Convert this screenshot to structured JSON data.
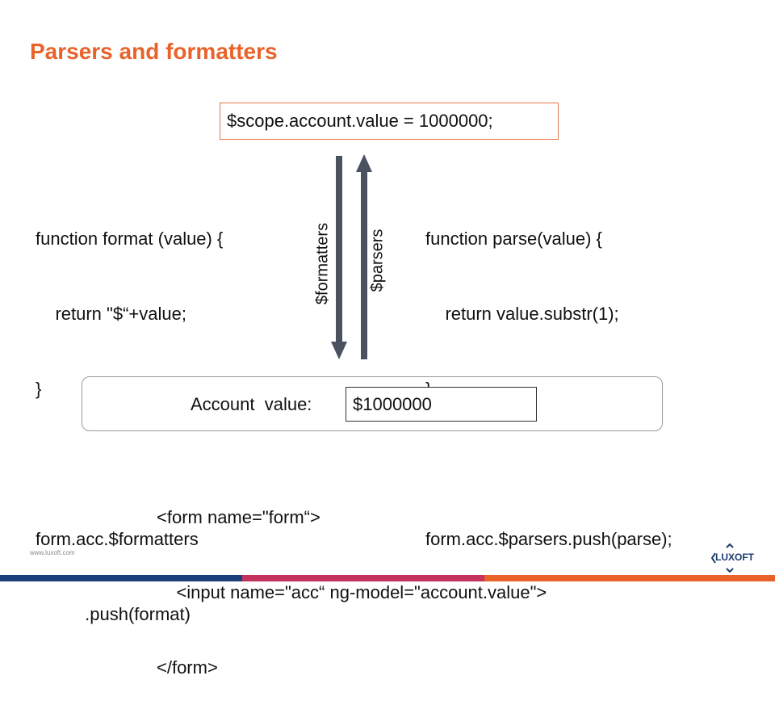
{
  "slide": {
    "title": "Parsers and formatters"
  },
  "scope_assignment": "$scope.account.value = 1000000;",
  "format_code": [
    "function format (value) {",
    "    return \"$“+value;",
    "}",
    "",
    "form.acc.$formatters",
    "          .push(format)"
  ],
  "parse_code": [
    "function parse(value) {",
    "    return value.substr(1);",
    "}",
    "",
    "form.acc.$parsers.push(parse);"
  ],
  "arrows": {
    "down_label": "$formatters",
    "up_label": "$parsers",
    "color": "#4a5260"
  },
  "form_preview": {
    "label": "Account  value:",
    "input_value": "$1000000"
  },
  "html_code": [
    "<form name=\"form“>",
    "    <input name=\"acc“ ng-model=\"account.value\">",
    "</form>"
  ],
  "footer": {
    "url": "www.luxoft.com",
    "logo_text": "LUXOFT",
    "bar_colors": [
      "#1b3f7a",
      "#c4325e",
      "#e8622a"
    ]
  },
  "colors": {
    "accent": "#e8622a",
    "brand": "#1d3a6e"
  }
}
